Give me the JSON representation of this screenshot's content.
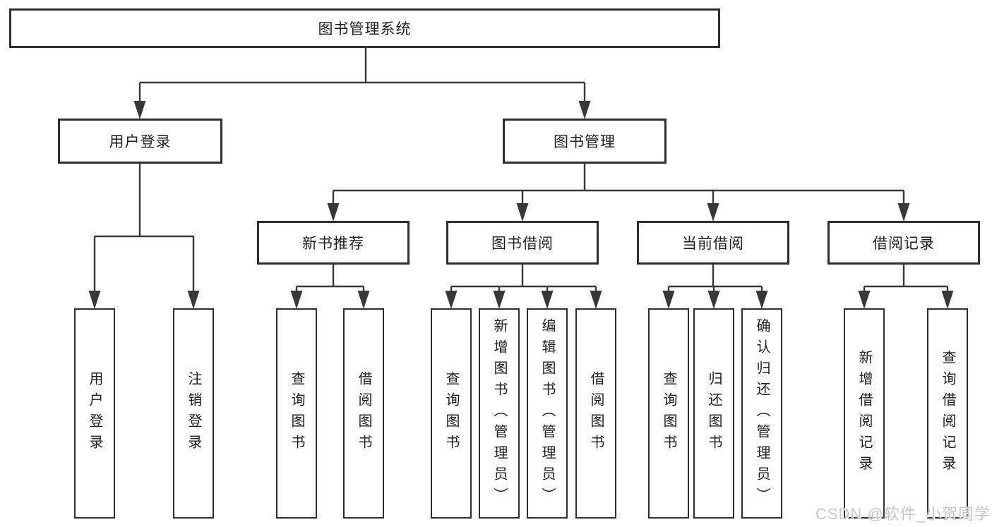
{
  "diagram": {
    "tree": {
      "label": "图书管理系统",
      "children": [
        {
          "label": "用户登录",
          "children": [
            {
              "label": "用户登录"
            },
            {
              "label": "注销登录"
            }
          ]
        },
        {
          "label": "图书管理",
          "children": [
            {
              "label": "新书推荐",
              "children": [
                {
                  "label": "查询图书"
                },
                {
                  "label": "借阅图书"
                }
              ]
            },
            {
              "label": "图书借阅",
              "children": [
                {
                  "label": "查询图书"
                },
                {
                  "label": "新增图书（管理员）"
                },
                {
                  "label": "编辑图书（管理员）"
                },
                {
                  "label": "借阅图书"
                }
              ]
            },
            {
              "label": "当前借阅",
              "children": [
                {
                  "label": "查询图书"
                },
                {
                  "label": "归还图书"
                },
                {
                  "label": "确认归还（管理员）"
                }
              ]
            },
            {
              "label": "借阅记录",
              "children": [
                {
                  "label": "新增借阅记录"
                },
                {
                  "label": "查询借阅记录"
                }
              ]
            }
          ]
        }
      ]
    },
    "colors": {
      "background": "#ffffff",
      "box_fill": "#ffffff",
      "box_border": "#2e2e2e",
      "line": "#383838",
      "text": "#1f1f1f",
      "watermark": "#c6c6c6"
    }
  },
  "watermark": {
    "text": "CSDN @软件_小贺同学"
  }
}
